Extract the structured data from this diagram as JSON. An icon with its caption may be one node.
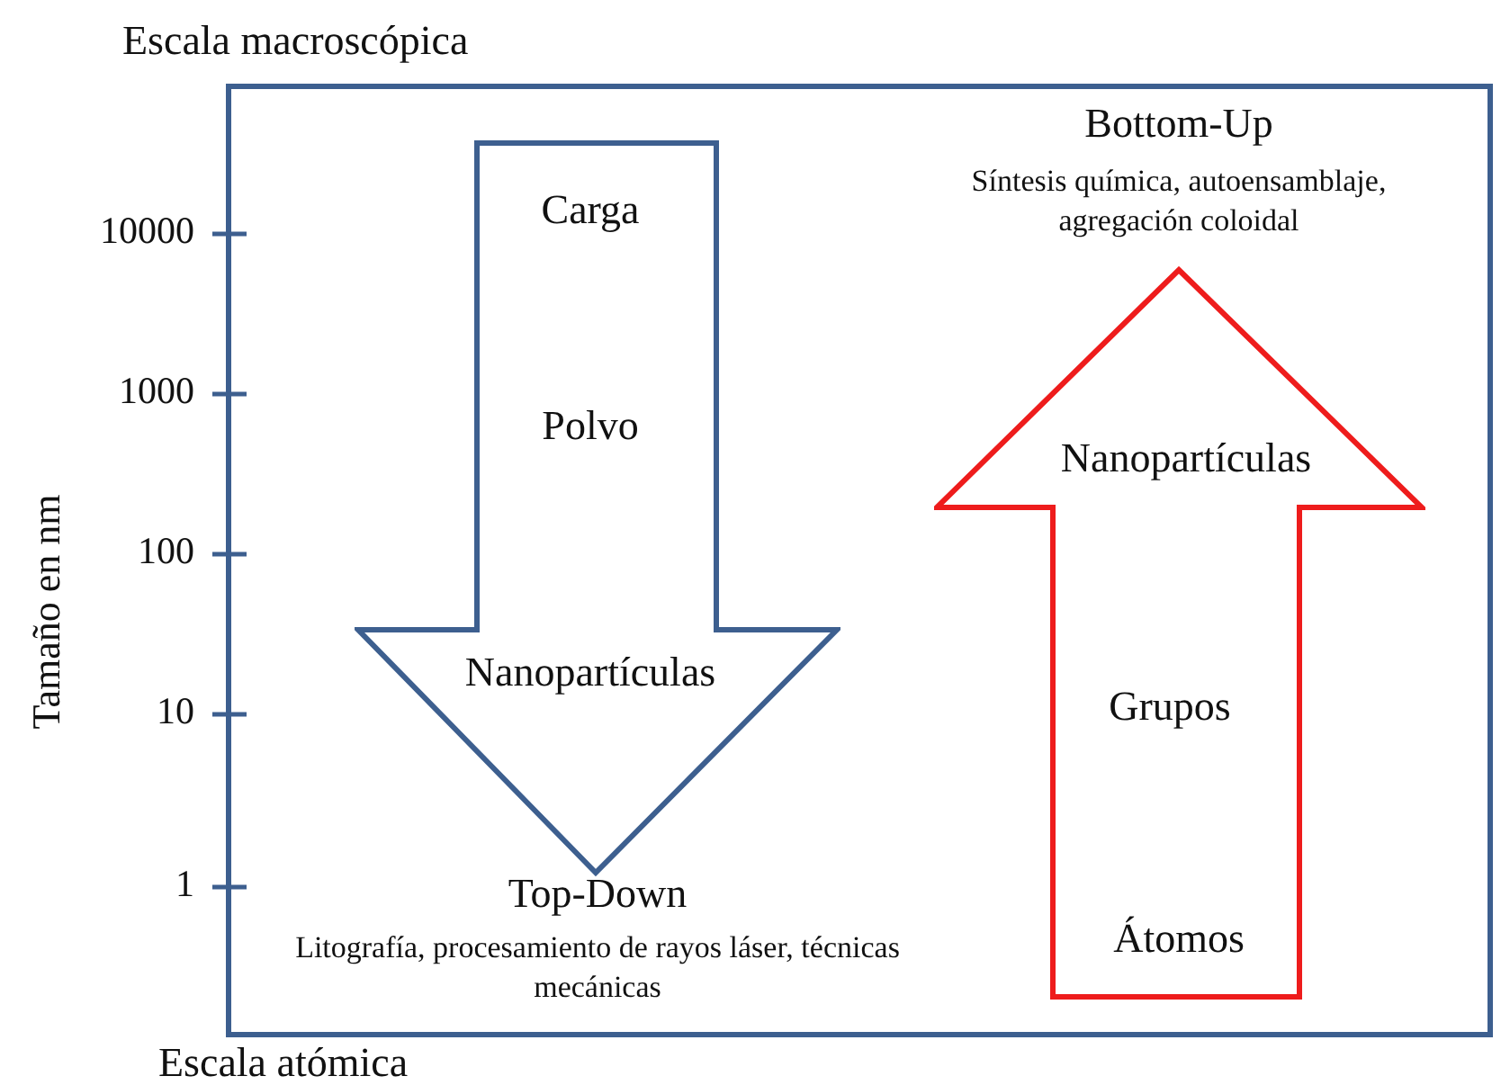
{
  "diagram": {
    "nodes": [
      {
        "text": [
          "Carga",
          "Polvo",
          "Nanopartículas"
        ],
        "beside": [
          "Top-Down",
          "Litografía, procesamiento de rayos láser, técnicas mecánicas"
        ]
      },
      {
        "text": [
          "Nanopartículas",
          "Grupos",
          "Átomos"
        ],
        "beside": [
          "Bottom-Up",
          "Síntesis química, autoensamblaje, agregación coloidal"
        ]
      }
    ],
    "edges": [],
    "labels": [
      "Escala macroscópica",
      "10000",
      "1000",
      "100",
      "Tamaño en nm",
      "10",
      "1",
      "Escala atómica"
    ]
  }
}
